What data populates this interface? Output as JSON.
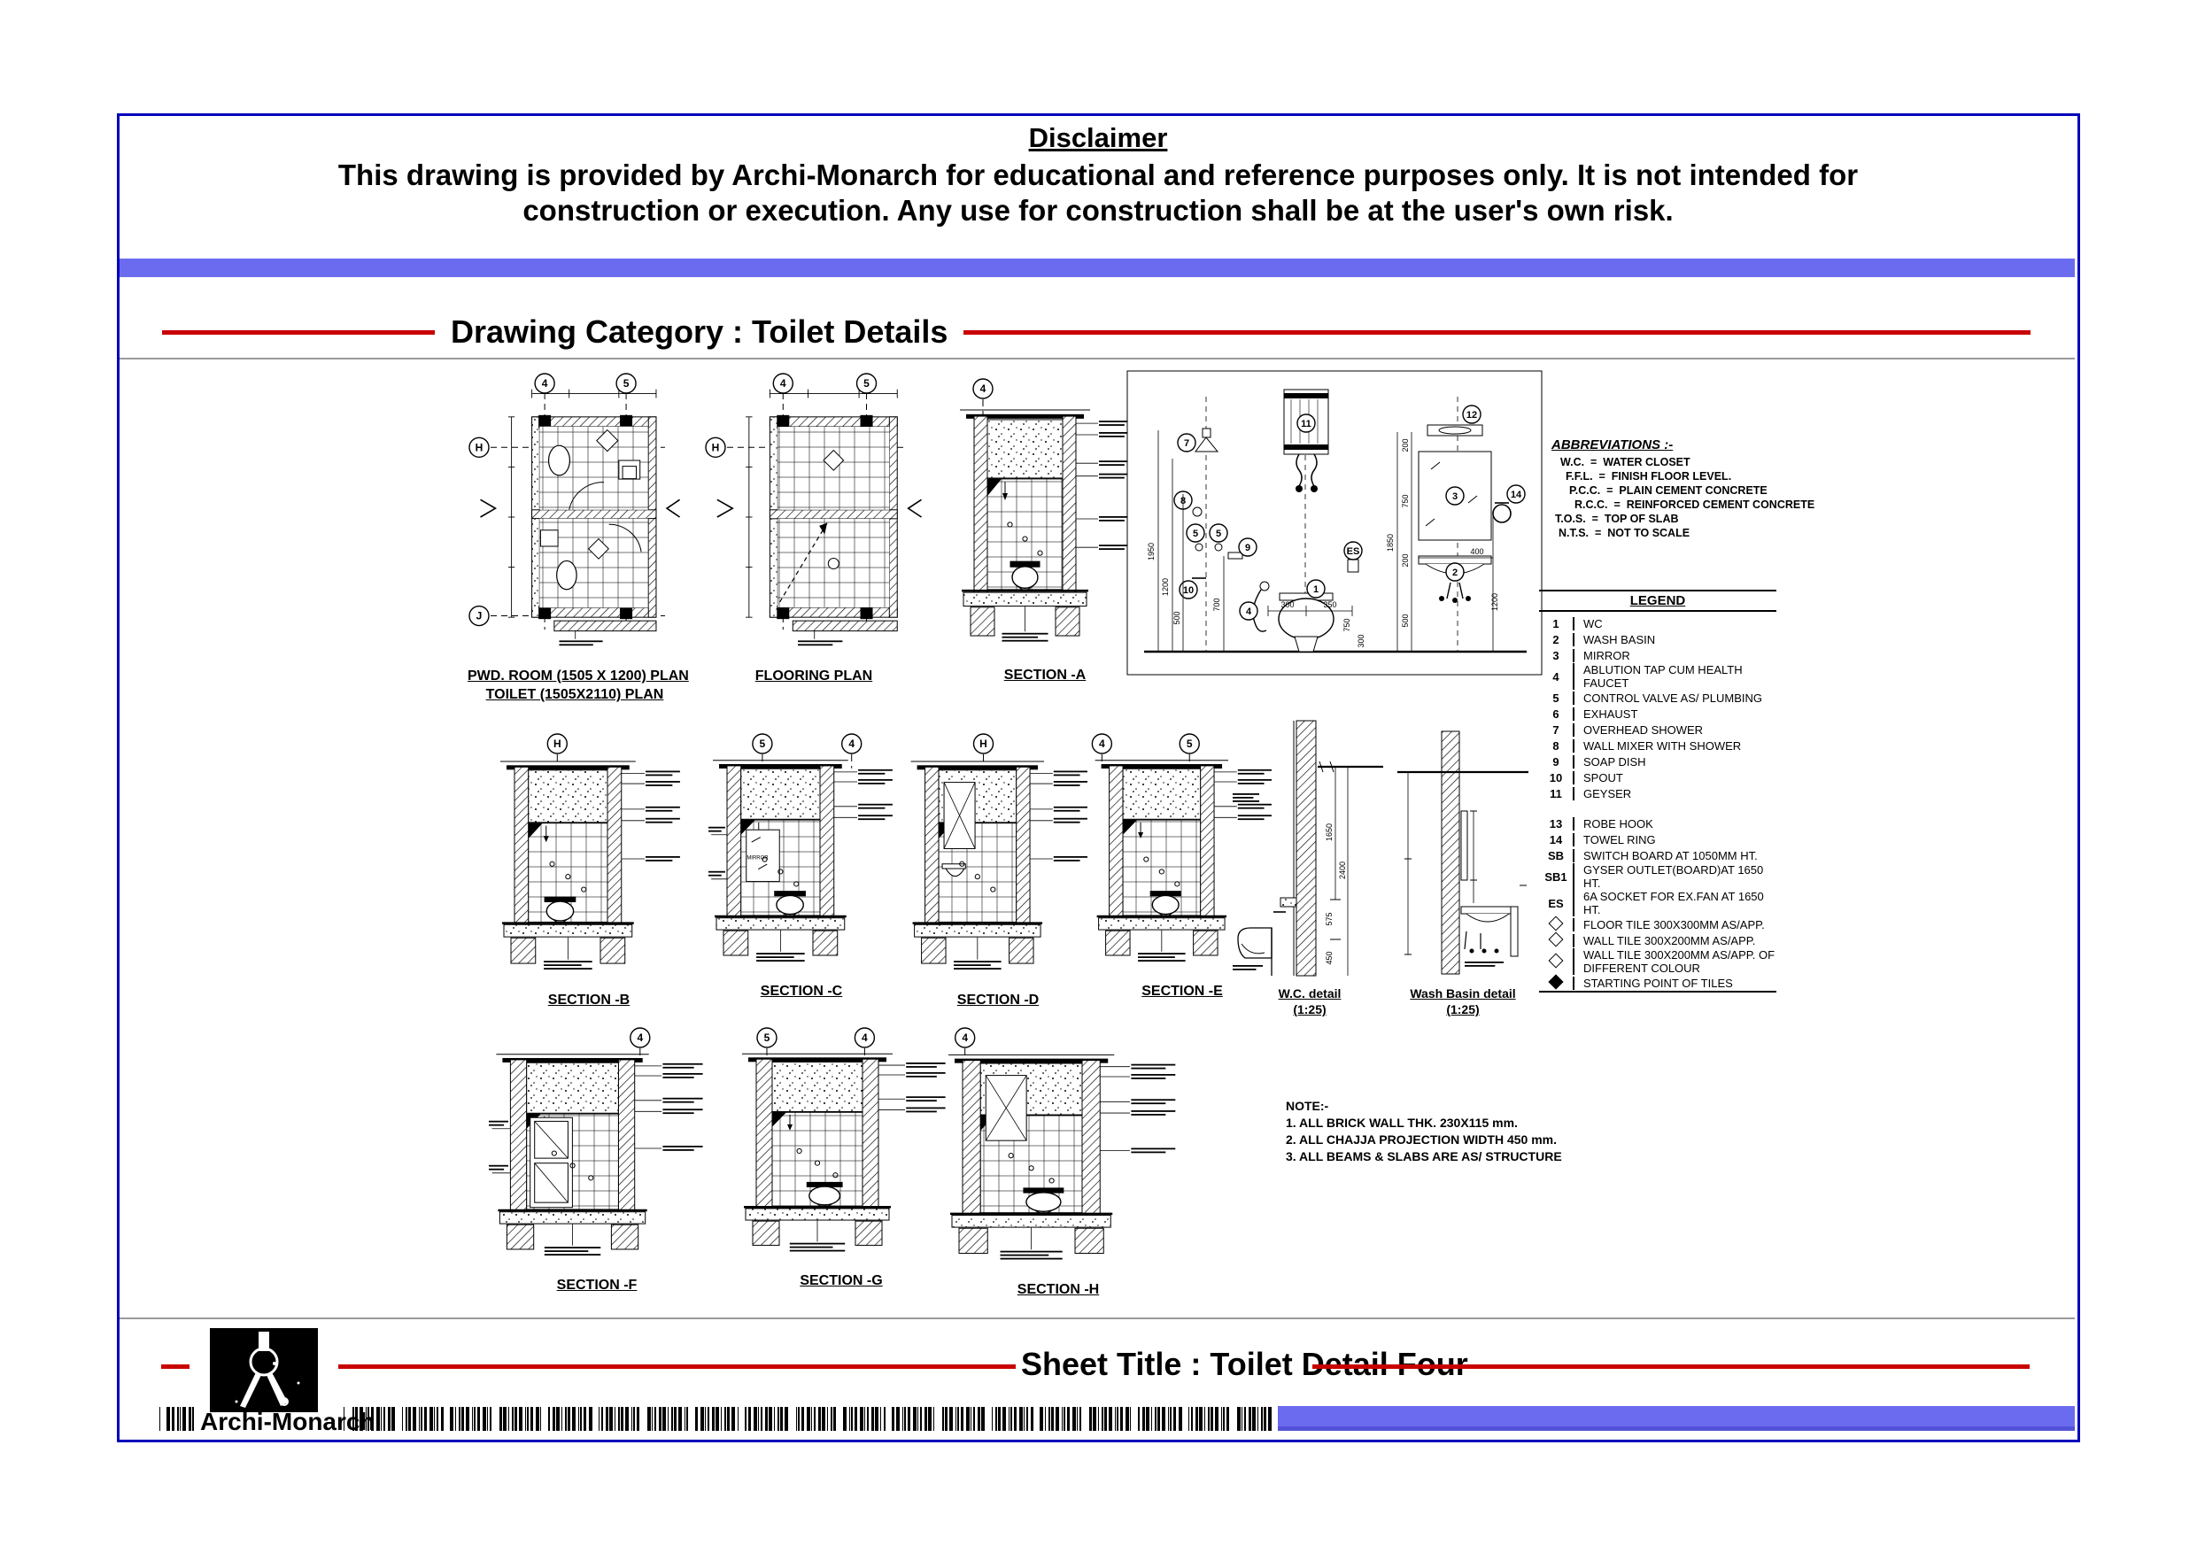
{
  "header": {
    "disclaimer_title": "Disclaimer",
    "disclaimer_line1": "This drawing is provided by Archi-Monarch for educational and reference purposes only. It is not intended for",
    "disclaimer_line2": "construction or execution. Any use for construction shall be at the user's own risk.",
    "category_heading": "Drawing Category : Toilet Details"
  },
  "footer": {
    "sheet_title": "Sheet Title : Toilet Detail Four",
    "brand": "Archi-Monarch"
  },
  "colors": {
    "accent_bar": "#6b6bf0",
    "page_border": "#0000bb",
    "rule_red": "#c80000"
  },
  "abbreviations": {
    "title": "ABBREVIATIONS :-",
    "items": [
      {
        "abbr": "W.C.",
        "full": "WATER CLOSET"
      },
      {
        "abbr": "F.F.L.",
        "full": "FINISH FLOOR LEVEL."
      },
      {
        "abbr": "P.C.C.",
        "full": "PLAIN CEMENT CONCRETE"
      },
      {
        "abbr": "R.C.C.",
        "full": "REINFORCED CEMENT CONCRETE"
      },
      {
        "abbr": "T.O.S.",
        "full": "TOP OF SLAB"
      },
      {
        "abbr": "N.T.S.",
        "full": "NOT TO SCALE"
      }
    ]
  },
  "legend": {
    "title": "LEGEND",
    "rows": [
      {
        "key": "1",
        "desc": "WC"
      },
      {
        "key": "2",
        "desc": "WASH BASIN"
      },
      {
        "key": "3",
        "desc": "MIRROR"
      },
      {
        "key": "4",
        "desc": "ABLUTION TAP CUM HEALTH FAUCET"
      },
      {
        "key": "5",
        "desc": "CONTROL VALVE AS/ PLUMBING"
      },
      {
        "key": "6",
        "desc": "EXHAUST"
      },
      {
        "key": "7",
        "desc": "OVERHEAD SHOWER"
      },
      {
        "key": "8",
        "desc": "WALL MIXER WITH SHOWER"
      },
      {
        "key": "9",
        "desc": "SOAP DISH"
      },
      {
        "key": "10",
        "desc": "SPOUT"
      },
      {
        "key": "11",
        "desc": "GEYSER"
      },
      {
        "key": "",
        "desc": "",
        "gap": true
      },
      {
        "key": "13",
        "desc": "ROBE HOOK"
      },
      {
        "key": "14",
        "desc": "TOWEL RING"
      },
      {
        "key": "SB",
        "desc": "SWITCH BOARD AT 1050MM HT."
      },
      {
        "key": "SB1",
        "desc": "GYSER OUTLET(BOARD)AT 1650 HT."
      },
      {
        "key": "ES",
        "desc": "6A SOCKET FOR EX.FAN AT 1650 HT."
      },
      {
        "key": "",
        "icon": "diamond",
        "desc": "FLOOR TILE 300X300MM AS/APP."
      },
      {
        "key": "",
        "icon": "diamond",
        "desc": "WALL TILE 300X200MM AS/APP."
      },
      {
        "key": "",
        "icon": "diamond",
        "desc": "WALL TILE 300X200MM AS/APP. OF DIFFERENT COLOUR"
      },
      {
        "key": "",
        "icon": "diamond-filled",
        "desc": "STARTING POINT OF TILES"
      }
    ]
  },
  "notes": {
    "title": "NOTE:-",
    "lines": [
      "1. ALL BRICK WALL THK. 230X115 mm.",
      "2. ALL CHAJJA PROJECTION WIDTH 450 mm.",
      "3. ALL BEAMS & SLABS ARE AS/ STRUCTURE"
    ]
  },
  "drawings": {
    "plan1": {
      "title": "PWD. ROOM (1505 X 1200) PLAN",
      "title2": "TOILET (1505X2110) PLAN",
      "bubbles_top": [
        "4",
        "5"
      ],
      "bubbles_left": [
        "H",
        "J"
      ]
    },
    "plan2": {
      "title": "FLOORING PLAN",
      "bubbles_top": [
        "4",
        "5"
      ],
      "bubbles_left": [
        "H"
      ]
    },
    "secA": {
      "title": "SECTION -A",
      "bubbles_top": [
        "4"
      ]
    },
    "secB": {
      "title": "SECTION -B",
      "bubbles_top": [
        "H"
      ]
    },
    "secC": {
      "title": "SECTION -C",
      "bubbles_top": [
        "5",
        "4"
      ]
    },
    "secD": {
      "title": "SECTION -D",
      "bubbles_top": [
        "H"
      ]
    },
    "secE": {
      "title": "SECTION -E",
      "bubbles_top": [
        "4",
        "5"
      ]
    },
    "secF": {
      "title": "SECTION -F",
      "bubbles_top": [
        "4"
      ]
    },
    "secG": {
      "title": "SECTION -G",
      "bubbles_top": [
        "5",
        "4"
      ]
    },
    "secH": {
      "title": "SECTION -H",
      "bubbles_top": [
        "4"
      ]
    },
    "wcDetail": {
      "title": "W.C. detail",
      "scale": "(1:25)",
      "dims": [
        "1650",
        "2400",
        "575",
        "450"
      ]
    },
    "wbDetail": {
      "title": "Wash Basin detail",
      "scale": "(1:25)"
    },
    "elev": {
      "items": [
        "7",
        "11",
        "12",
        "8",
        "5",
        "5",
        "9",
        "10",
        "4",
        "1",
        "2",
        "3",
        "14",
        "ES"
      ],
      "dims_left": [
        "1950",
        "1200",
        "500",
        "700"
      ],
      "dims_center": [
        "300",
        "350",
        "750",
        "300"
      ],
      "dims_right": [
        "1850",
        "200",
        "750",
        "200",
        "500",
        "1200",
        "400"
      ]
    }
  }
}
